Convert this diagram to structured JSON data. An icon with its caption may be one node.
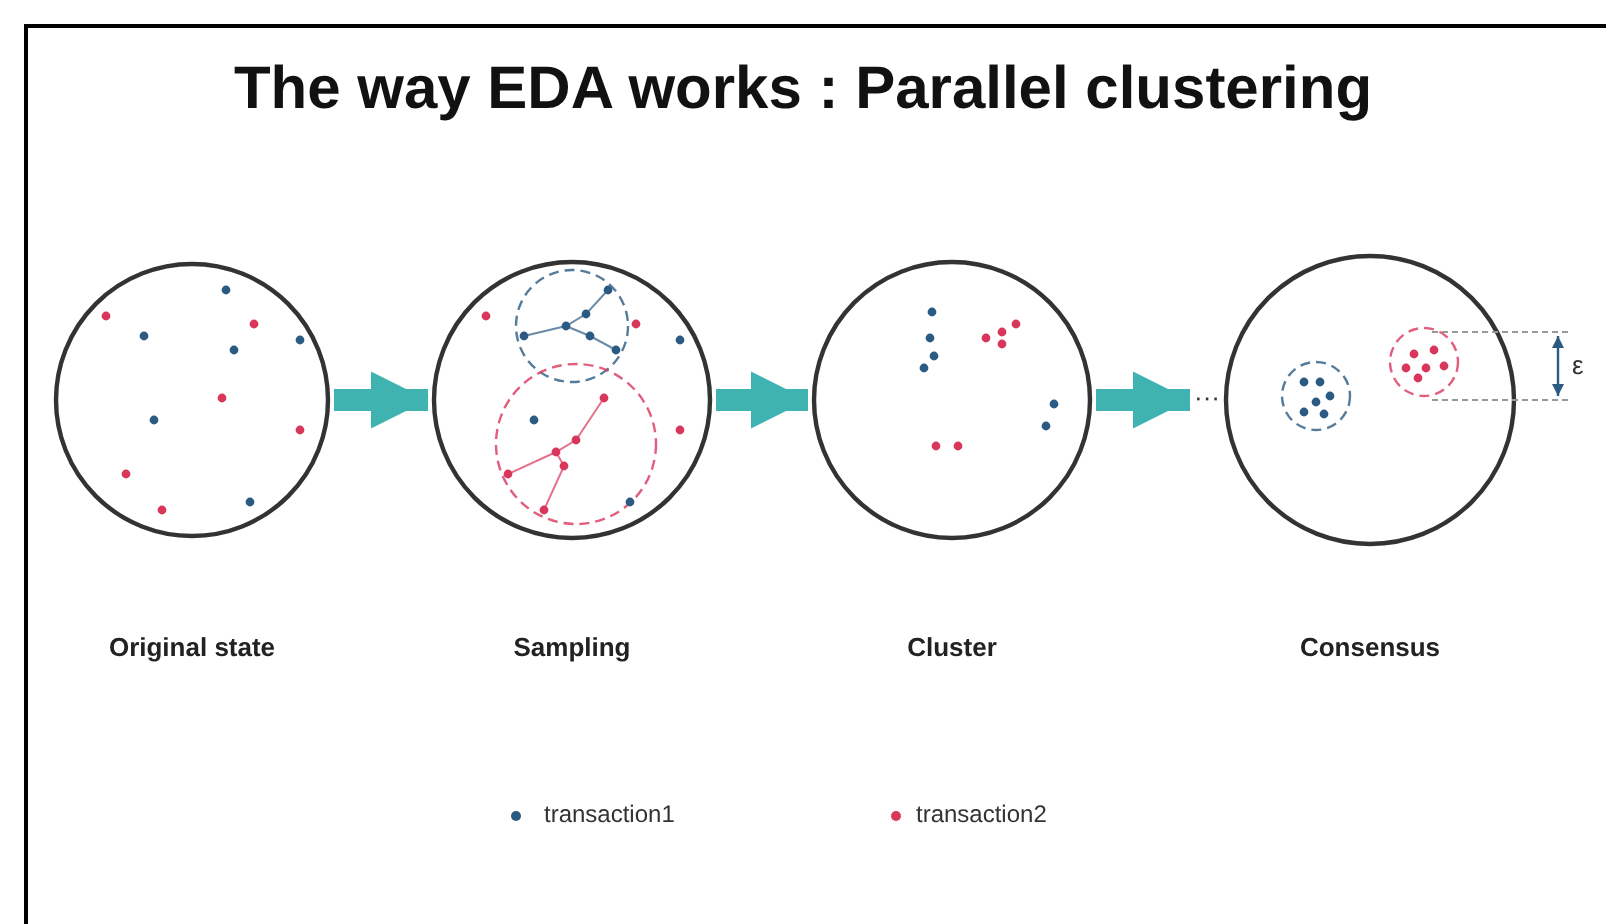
{
  "diagram": {
    "title": "The way EDA works : Parallel clustering",
    "nodes": [
      {
        "text": [],
        "shape": "circle",
        "beside": [
          "Original state"
        ]
      },
      {
        "text": [],
        "shape": "circle",
        "beside": [
          "Sampling"
        ]
      },
      {
        "text": [],
        "shape": "circle",
        "beside": [
          "Cluster"
        ]
      },
      {
        "text": [],
        "shape": "circle",
        "beside": [
          "Consensus"
        ]
      }
    ],
    "edges": [
      {
        "from": 0,
        "to": 1,
        "arrow": "to"
      },
      {
        "from": 1,
        "to": 2,
        "arrow": "to"
      },
      {
        "from": 2,
        "to": 3,
        "arrow": "to"
      }
    ],
    "labels": [
      "···",
      "ε"
    ],
    "legend": [
      {
        "text": "transaction1",
        "color": "#2b5a82"
      },
      {
        "text": "transaction2",
        "color": "#d9365c"
      }
    ]
  }
}
